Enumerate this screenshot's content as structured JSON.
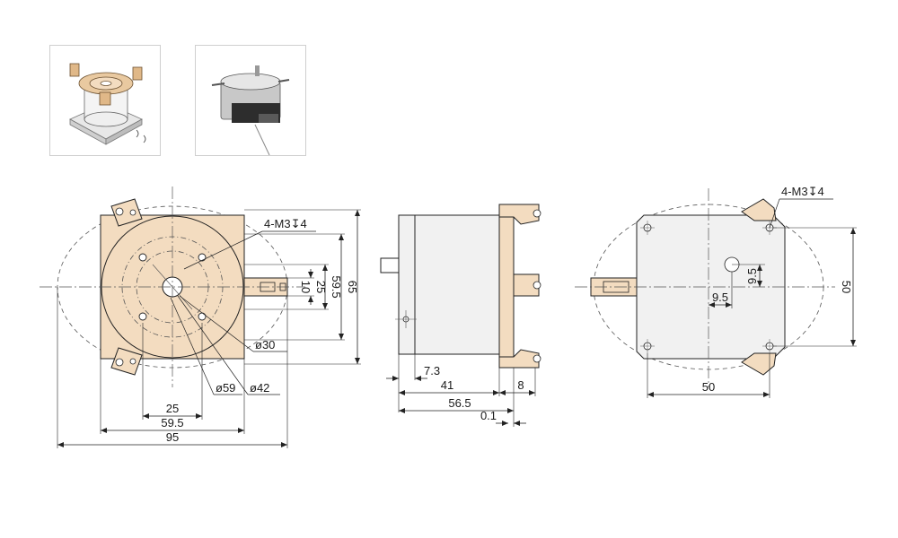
{
  "thumbnails": [
    {
      "icon": "product-render-icon"
    },
    {
      "icon": "product-photo-icon"
    }
  ],
  "colors": {
    "part_fill": "#f3dcc0",
    "body_fill": "#f1f1f1",
    "line": "#222222",
    "centerline": "#555555"
  },
  "front_view": {
    "hole_callout": "4-M3↧4",
    "dia_30": "ø30",
    "dia_42": "ø42",
    "dia_59": "ø59",
    "dim_10": "10",
    "dim_25_v": "25",
    "dim_59_5_v": "59.5",
    "dim_65": "65",
    "dim_25_h": "25",
    "dim_59_5_h": "59.5",
    "dim_95": "95"
  },
  "side_view": {
    "dim_7_3": "7.3",
    "dim_41": "41",
    "dim_8": "8",
    "dim_56_5": "56.5",
    "dim_0_1": "0.1"
  },
  "rear_view": {
    "hole_callout": "4-M3↧4",
    "dim_9_5_v": "9.5",
    "dim_9_5_h": "9.5",
    "dim_50_v": "50",
    "dim_50_h": "50"
  }
}
